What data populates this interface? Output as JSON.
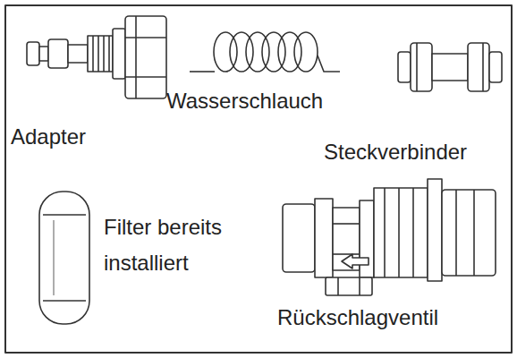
{
  "diagram": {
    "labels": [
      "Adapter",
      "Wasserschlauch",
      "Steckverbinder",
      "Filter bereits installiert",
      "Rückschlagventil"
    ]
  }
}
